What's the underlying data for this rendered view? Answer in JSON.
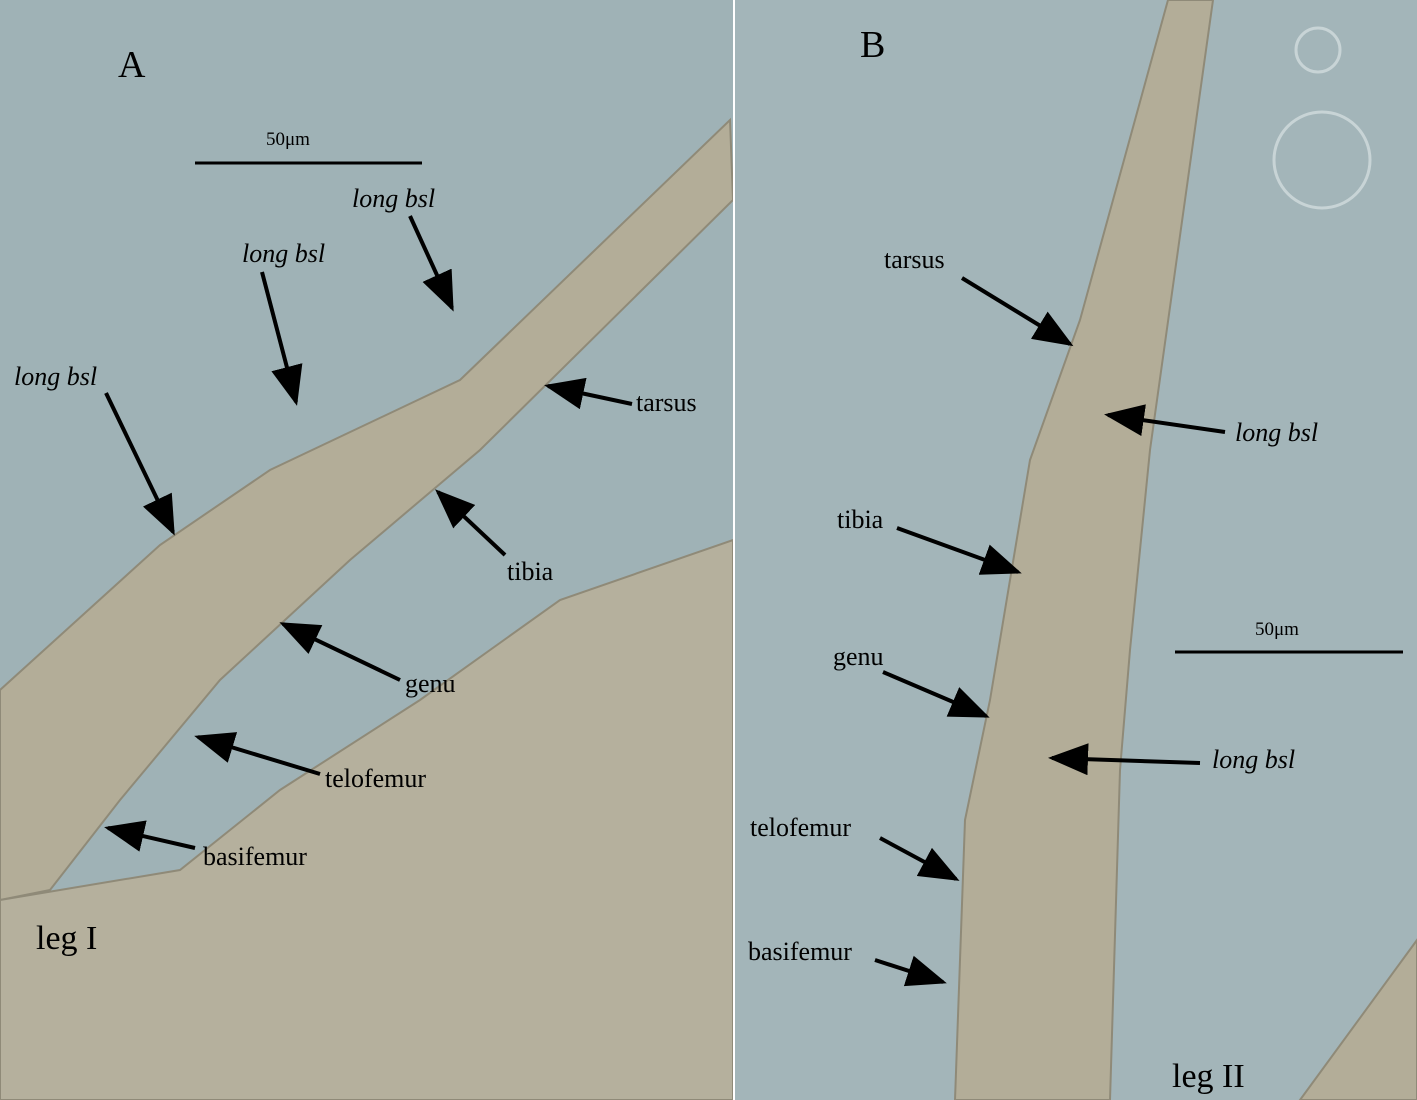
{
  "panels": [
    {
      "letter": "A",
      "scale_bar": "50μm",
      "leg_label": "leg I",
      "labels": {
        "long_bsl_1": "long bsl",
        "long_bsl_2": "long bsl",
        "long_bsl_3": "long bsl",
        "tarsus": "tarsus",
        "tibia": "tibia",
        "genu": "genu",
        "telofemur": "telofemur",
        "basifemur": "basifemur"
      }
    },
    {
      "letter": "B",
      "scale_bar": "50μm",
      "leg_label": "leg II",
      "labels": {
        "tarsus": "tarsus",
        "long_bsl_1": "long bsl",
        "tibia": "tibia",
        "genu": "genu",
        "long_bsl_2": "long bsl",
        "telofemur": "telofemur",
        "basifemur": "basifemur"
      }
    }
  ],
  "colors": {
    "background": "#9fb2b6",
    "cuticle": "#b3ad98",
    "divider": "#ffffff"
  }
}
